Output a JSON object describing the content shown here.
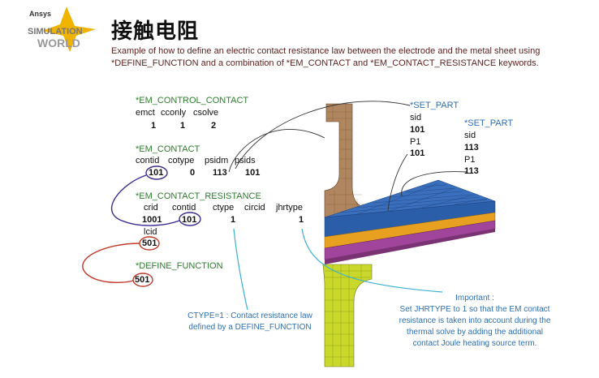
{
  "header": {
    "logo_small": "Ansys",
    "logo_line1": "SIMULATION",
    "logo_line2": "WORLD",
    "title": "接触电阻",
    "description_line1": "Example of how to define an electric contact resistance law between the electrode and the metal sheet using",
    "description_line2": "*DEFINE_FUNCTION and a combination of *EM_CONTACT and *EM_CONTACT_RESISTANCE keywords."
  },
  "em_control_contact": {
    "keyword": "*EM_CONTROL_CONTACT",
    "fields": [
      "emct",
      "cconly",
      "csolve"
    ],
    "values": [
      "1",
      "1",
      "2"
    ]
  },
  "em_contact": {
    "keyword": "*EM_CONTACT",
    "fields": [
      "contid",
      "cotype",
      "psidm",
      "psids"
    ],
    "values": [
      "101",
      "0",
      "113",
      "101"
    ]
  },
  "em_contact_resistance": {
    "keyword": "*EM_CONTACT_RESISTANCE",
    "fields": [
      "crid",
      "contid",
      "ctype",
      "circid",
      "jhrtype"
    ],
    "values": [
      "1001",
      "101",
      "1",
      "1"
    ],
    "lcid_label": "lcid",
    "lcid_value": "501"
  },
  "define_function": {
    "keyword": "*DEFINE_FUNCTION",
    "value": "501"
  },
  "set_part_a": {
    "keyword": "*SET_PART",
    "sid_label": "sid",
    "sid_value": "101",
    "part_label": "P1",
    "part_value": "101"
  },
  "set_part_b": {
    "keyword": "*SET_PART",
    "sid_label": "sid",
    "sid_value": "113",
    "part_label": "P1",
    "part_value": "113"
  },
  "notes": {
    "ctype_line1": "CTYPE=1 : Contact resistance law",
    "ctype_line2": "defined by a DEFINE_FUNCTION",
    "important_title": "Important :",
    "important_line1": "Set JHRTYPE to 1 so that the EM contact",
    "important_line2": "resistance is taken into account during the",
    "important_line3": "thermal solve by adding the additional",
    "important_line4": "contact Joule heating source term."
  },
  "colors": {
    "keyword_green": "#2e7d2e",
    "annotation_blue": "#2f6fb3",
    "circle_red": "#c0392b",
    "circle_navy": "#3a2d8f",
    "electrode_top": "#b08660",
    "sheet_mesh": "#2b5ea8",
    "sheet_orange": "#e8a020",
    "sheet_purple": "#a0459b",
    "electrode_bottom": "#c9d82a"
  }
}
